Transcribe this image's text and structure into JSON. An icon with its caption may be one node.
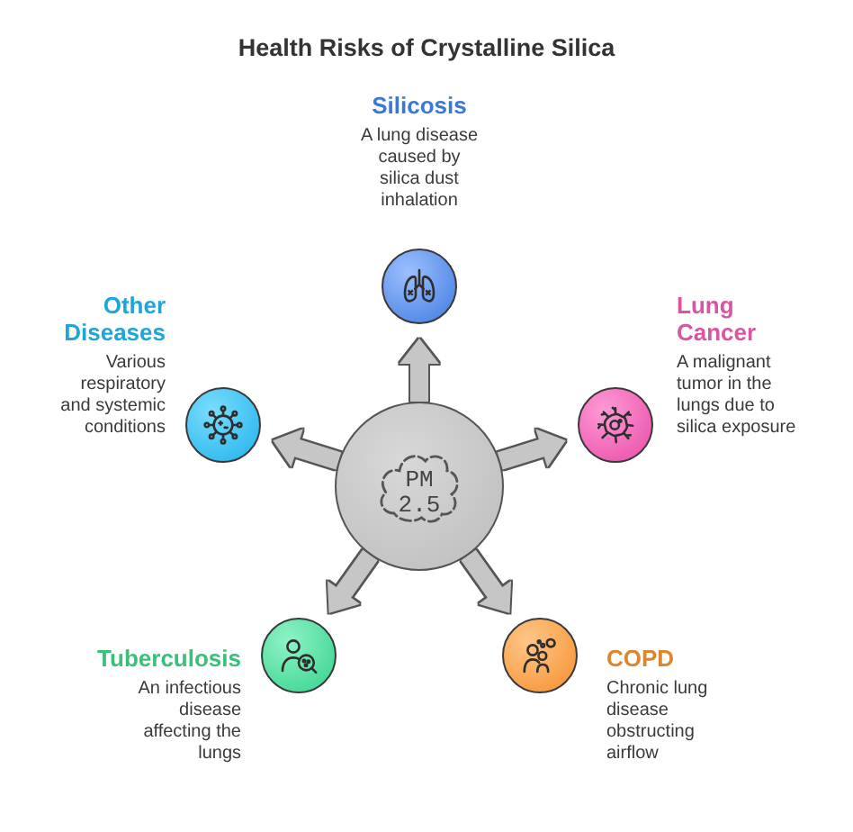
{
  "diagram": {
    "title": "Health Risks of Crystalline Silica",
    "nodes": [
      {
        "text": [
          "Silicosis",
          "A lung disease caused by silica dust inhalation"
        ]
      },
      {
        "text": [
          "Other Diseases",
          "Various respiratory and systemic conditions"
        ]
      },
      {
        "text": [
          "Lung Cancer",
          "A malignant tumor in the lungs due to silica exposure"
        ]
      },
      {
        "text": [
          "PM 2.5"
        ]
      },
      {
        "text": [
          "Tuberculosis",
          "An infectious disease affecting the lungs"
        ]
      },
      {
        "text": [
          "COPD",
          "Chronic lung disease obstructing airflow"
        ]
      }
    ],
    "edges": [
      {
        "from": 3,
        "to": 0,
        "arrow": "to"
      },
      {
        "from": 3,
        "to": 1,
        "arrow": "to"
      },
      {
        "from": 3,
        "to": 2,
        "arrow": "to"
      },
      {
        "from": 3,
        "to": 4,
        "arrow": "to"
      },
      {
        "from": 3,
        "to": 5,
        "arrow": "to"
      }
    ]
  }
}
